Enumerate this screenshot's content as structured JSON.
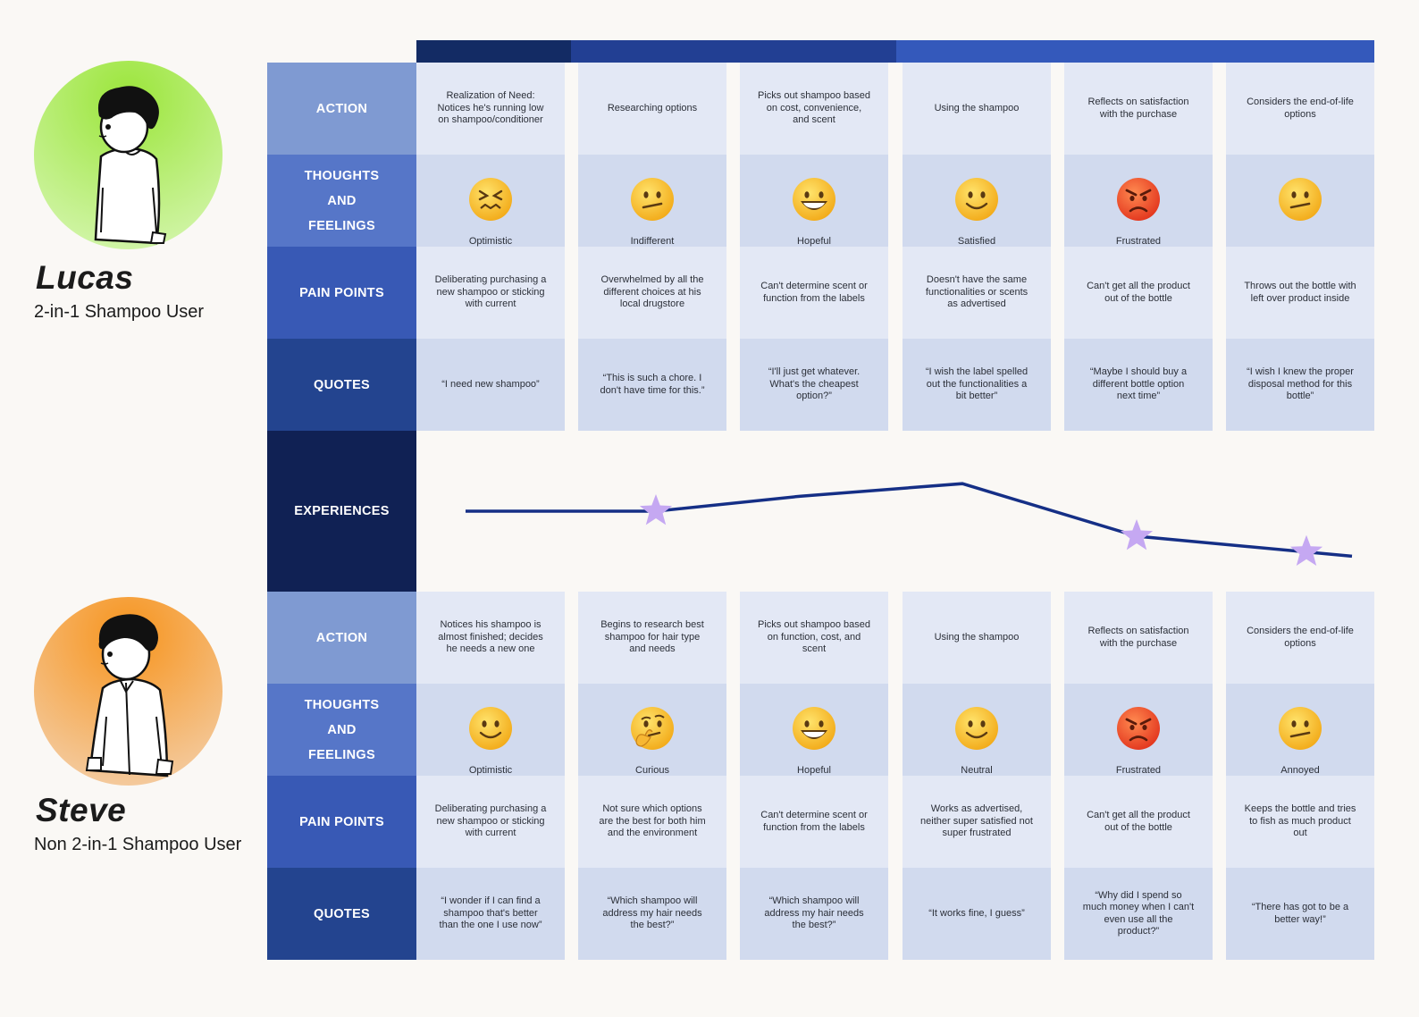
{
  "personas": [
    {
      "name": "Lucas",
      "role": "2-in-1 Shampoo User",
      "bg_top": "#9be53a",
      "bg_bottom": "#d9f7b8"
    },
    {
      "name": "Steve",
      "role": "Non 2-in-1 Shampoo User",
      "bg_top": "#f7941d",
      "bg_bottom": "#f3d3b3"
    }
  ],
  "row_labels": {
    "action": "ACTION",
    "thoughts": [
      "THOUGHTS",
      "AND",
      "FEELINGS"
    ],
    "pain": "PAIN POINTS",
    "quotes": "QUOTES",
    "experiences": "EXPERIENCES"
  },
  "phase_colors": [
    "#132b64",
    "#223f93",
    "#3459bb"
  ],
  "lucas": {
    "actions": [
      "Realization of Need: Notices he's running low on shampoo/conditioner",
      "Researching options",
      "Picks out shampoo based on cost, convenience, and scent",
      "Using the shampoo",
      "Reflects on satisfaction with the purchase",
      "Considers the end-of-life options"
    ],
    "feelings": [
      {
        "label": "Optimistic",
        "emoji": "confounded-face-icon"
      },
      {
        "label": "Indifferent",
        "emoji": "neutral-face-icon"
      },
      {
        "label": "Hopeful",
        "emoji": "grinning-face-icon"
      },
      {
        "label": "Satisfied",
        "emoji": "smiling-face-icon"
      },
      {
        "label": "Frustrated",
        "emoji": "angry-face-icon"
      },
      {
        "label": "",
        "emoji": "neutral-face-icon"
      }
    ],
    "pain_points": [
      "Deliberating purchasing a new shampoo or sticking with current",
      "Overwhelmed by all the different choices at his local drugstore",
      "Can't determine scent or function from the labels",
      "Doesn't have the same functionalities or scents as advertised",
      "Can't get all the product out of the bottle",
      "Throws out the bottle with left over product inside"
    ],
    "quotes": [
      "“I need new shampoo”",
      "“This is such a chore. I don't have time for this.”",
      "“I'll just get whatever. What's the cheapest option?”",
      "“I wish the label spelled out the functionalities a bit better”",
      "“Maybe I should buy a different bottle option next time”",
      "“I wish I knew the proper disposal method for this bottle”"
    ]
  },
  "steve": {
    "actions": [
      "Notices his shampoo is almost finished; decides he needs a new one",
      "Begins to research best shampoo for hair type and needs",
      "Picks out shampoo based on function, cost, and scent",
      "Using the shampoo",
      "Reflects on satisfaction with the purchase",
      "Considers the end-of-life options"
    ],
    "feelings": [
      {
        "label": "Optimistic",
        "emoji": "smiling-face-icon"
      },
      {
        "label": "Curious",
        "emoji": "thinking-face-icon"
      },
      {
        "label": "Hopeful",
        "emoji": "grinning-face-icon"
      },
      {
        "label": "Neutral",
        "emoji": "smiling-face-icon"
      },
      {
        "label": "Frustrated",
        "emoji": "angry-face-icon"
      },
      {
        "label": "Annoyed",
        "emoji": "neutral-face-icon"
      }
    ],
    "pain_points": [
      "Deliberating purchasing a new shampoo or sticking with current",
      "Not sure which options are the best for both him and the environment",
      "Can't determine scent or function from the labels",
      "Works as advertised, neither super satisfied not super frustrated",
      "Can't get all the product out of the bottle",
      "Keeps the bottle and tries to fish as much product out"
    ],
    "quotes": [
      "“I wonder if I can find a shampoo that's better than the one I use now”",
      "“Which shampoo will address my hair needs the best?”",
      "“Which shampoo will address my hair needs the best?”",
      "“It works fine, I guess”",
      "“Why did I spend so much money when I can't even use all the product?”",
      "“There has got to be a better way!”"
    ]
  },
  "experience": {
    "line_color": "#152f86",
    "star_color": "#c5a8f2",
    "values": [
      0.5,
      0.5,
      0.62,
      0.72,
      0.3,
      0.14
    ],
    "stars_at": [
      1,
      4,
      5
    ]
  }
}
